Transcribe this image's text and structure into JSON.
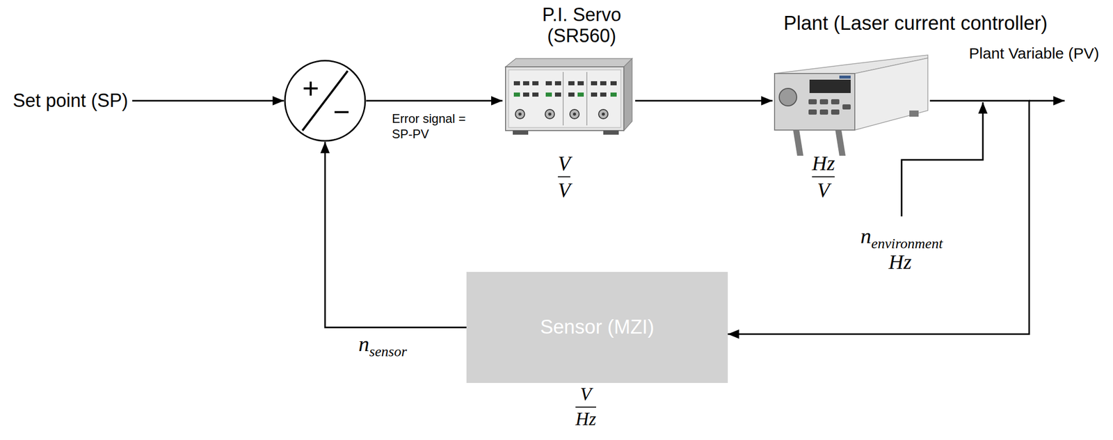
{
  "diagram": {
    "nodes": [
      {
        "text": [
          "Set point (SP)"
        ]
      },
      {
        "text": [
          "+",
          "−"
        ]
      },
      {
        "text": [
          "P.I. Servo (SR560)"
        ]
      },
      {
        "text": [
          "Plant (Laser current controller)"
        ]
      },
      {
        "text": [
          "Sensor (MZI)"
        ]
      }
    ],
    "edges": [
      {
        "from": 0,
        "to": 1,
        "arrow": "to"
      },
      {
        "from": 1,
        "to": 2,
        "label": "Error signal = SP-PV",
        "arrow": "to"
      },
      {
        "from": 2,
        "to": 3,
        "arrow": "to"
      },
      {
        "from": 3,
        "to": 4,
        "arrow": "to"
      },
      {
        "from": 4,
        "to": 1,
        "arrow": "to"
      }
    ],
    "labels": [
      "V",
      "V",
      "Hz",
      "V",
      "Plant Variable (PV)",
      "n",
      "environment",
      "Hz",
      "n",
      "sensor",
      "V",
      "Hz"
    ]
  }
}
